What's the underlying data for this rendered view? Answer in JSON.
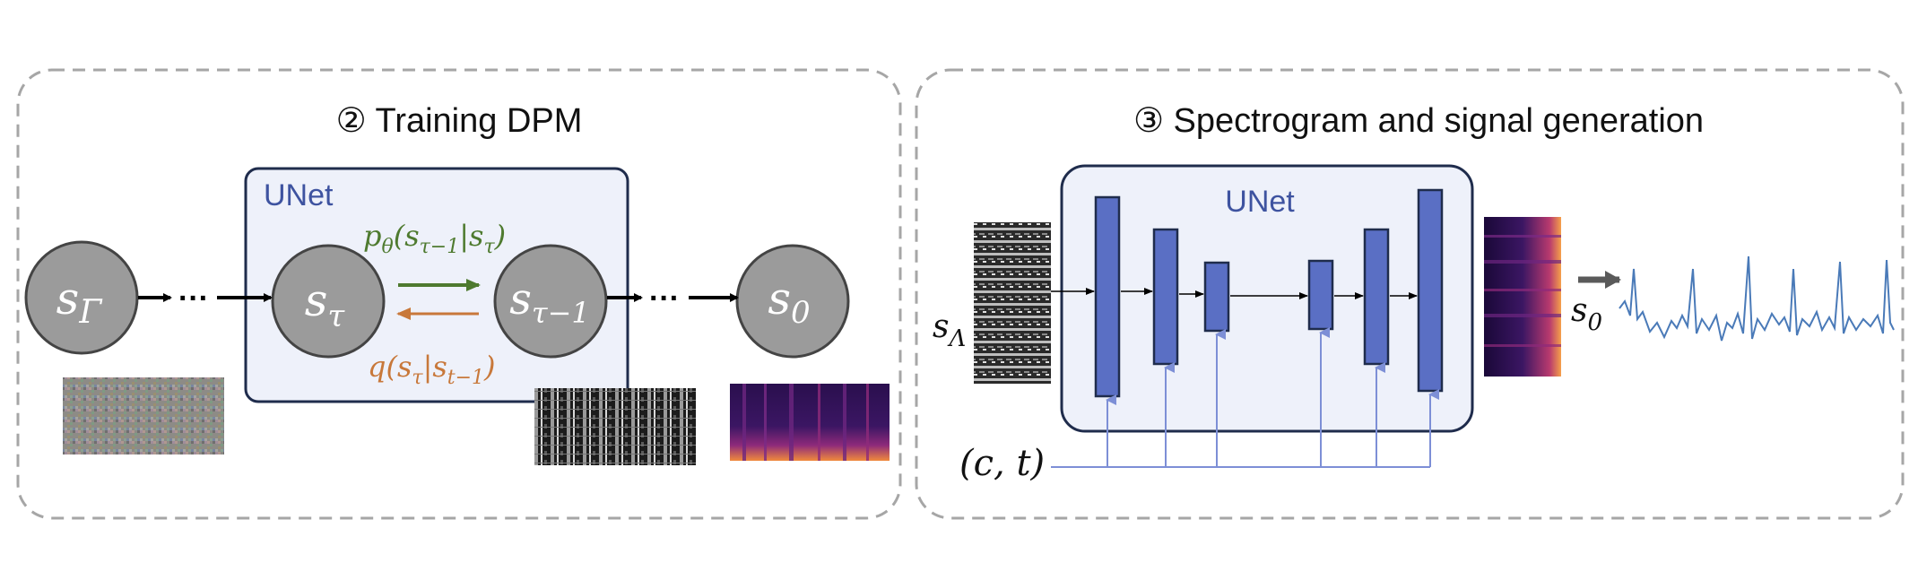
{
  "panel2": {
    "title": "② Training DPM",
    "unet_label": "UNet",
    "nodes": {
      "gamma": {
        "base": "s",
        "sub": "Γ"
      },
      "tau": {
        "base": "s",
        "sub": "τ"
      },
      "tau_minus_1": {
        "base": "s",
        "sub": "τ−1"
      },
      "zero": {
        "base": "s",
        "sub": "0"
      }
    },
    "ellipsis_1": "···",
    "ellipsis_2": "···",
    "forward_label": {
      "p": "p",
      "theta": "θ",
      "rest": "(s",
      "sub1": "τ−1",
      "bar": "|s",
      "sub2": "τ",
      "close": ")"
    },
    "backward_label": {
      "q": "q(s",
      "sub1": "τ",
      "bar": "|s",
      "sub2": "t−1",
      "close": ")"
    },
    "colors": {
      "forward": "#4e7a2f",
      "backward": "#c8783a",
      "node_fill": "#9b9b9b",
      "unet_fill": "#eef1fa",
      "unet_stroke": "#1f2c4c"
    }
  },
  "panel3": {
    "title": "③ Spectrogram and signal generation",
    "unet_label": "UNet",
    "input_label": {
      "base": "s",
      "sub": "Λ"
    },
    "cond_label": "(c, t)",
    "output_label": {
      "base": "s",
      "sub": "0"
    },
    "colors": {
      "block_fill": "#5a6fc4",
      "block_stroke": "#1f2c4c",
      "cond_line": "#7d8fd6",
      "signal": "#4a7ab8"
    }
  }
}
